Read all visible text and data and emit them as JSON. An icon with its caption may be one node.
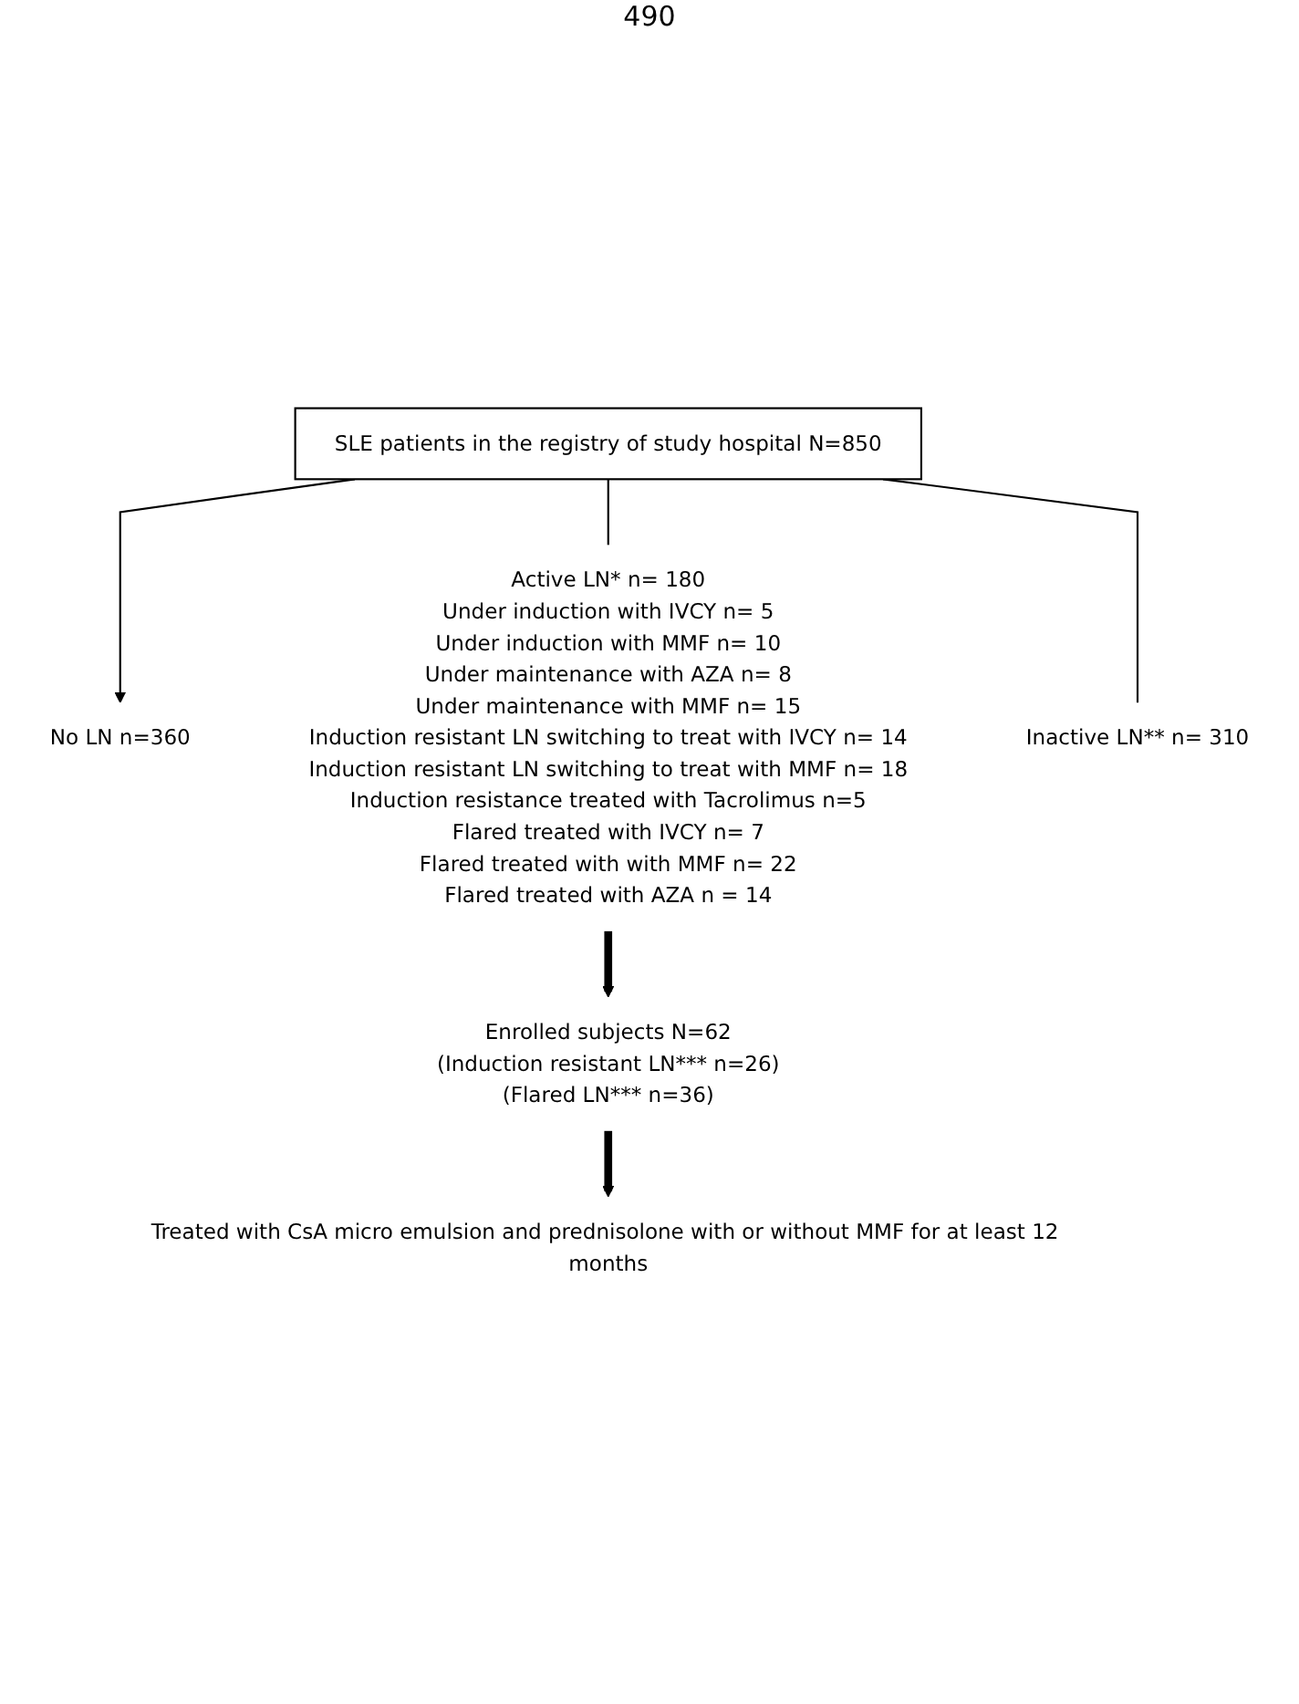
{
  "diagram": {
    "nodes": [
      {
        "text": [
          "SLE patients in the registry of study hospital N=850"
        ]
      },
      {
        "text": [
          "No LN n=360"
        ]
      },
      {
        "text": [
          "Active LN* n= 180",
          "Under induction with IVCY n= 5",
          "Under induction with MMF n= 10",
          "Under maintenance with AZA n= 8",
          "Under maintenance with MMF n= 15",
          "Induction resistant LN switching to treat with IVCY n= 14",
          "Induction resistant LN switching to treat with MMF n= 18",
          "Induction resistance treated with Tacrolimus n=5",
          "Flared treated with IVCY n= 7",
          "Flared treated with with MMF n= 22",
          "Flared treated with AZA n = 14"
        ]
      },
      {
        "text": [
          "Inactive LN** n= 310"
        ]
      },
      {
        "text": [
          "Enrolled subjects N=62",
          "(Induction resistant LN*** n=26)",
          "(Flared LN*** n=36)"
        ]
      },
      {
        "text": [
          "Treated with CsA micro emulsion and prednisolone with or without MMF for at least 12 months"
        ]
      }
    ],
    "edges": [
      {
        "from": 0,
        "to": 1,
        "arrow": "to"
      },
      {
        "from": 0,
        "to": 2,
        "arrow": "none"
      },
      {
        "from": 0,
        "to": 3,
        "arrow": "none"
      },
      {
        "from": 2,
        "to": 4,
        "arrow": "to",
        "style": "thick"
      },
      {
        "from": 4,
        "to": 5,
        "arrow": "to",
        "style": "thick"
      }
    ],
    "labels": [
      "490"
    ]
  }
}
